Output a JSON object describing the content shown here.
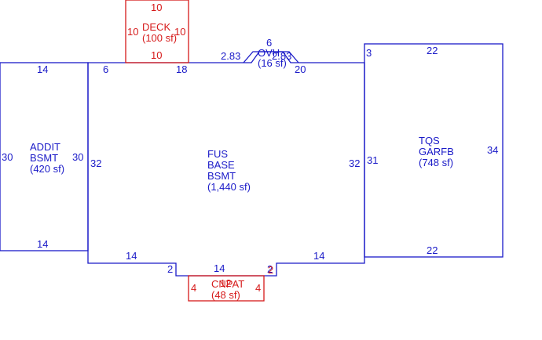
{
  "colors": {
    "main": "#1a1ac8",
    "accent": "#d61a1a",
    "background": "#ffffff"
  },
  "areas": {
    "addit": {
      "line1": "ADDIT",
      "line2": "BSMT",
      "line3": "(420 sf)"
    },
    "fus": {
      "line1": "FUS",
      "line2": "BASE",
      "line3": "BSMT",
      "line4": "(1,440 sf)"
    },
    "tqs": {
      "line1": "TQS",
      "line2": "GARFB",
      "line3": "(748 sf)"
    },
    "deck": {
      "line1": "DECK",
      "line2": "(100 sf)"
    },
    "ovh": {
      "line1": "OVH",
      "line2": "(16 sf)"
    },
    "cnpat": {
      "line1": "CNPAT",
      "line2": "(48 sf)"
    }
  },
  "dims": {
    "addit_top": "14",
    "addit_bottom": "14",
    "addit_left": "30",
    "addit_right": "30",
    "fus_left": "32",
    "fus_right": "32",
    "fus_top_a": "6",
    "fus_top_b": "18",
    "fus_top_c": "2.83",
    "fus_top_d": "2.83",
    "fus_top_e": "20",
    "fus_bottom_a": "14",
    "fus_bottom_b": "14",
    "fus_bottom_c": "14",
    "fus_step_left": "2",
    "fus_step_right": "2",
    "tqs_top": "22",
    "tqs_bottom": "22",
    "tqs_left": "31",
    "tqs_right": "34",
    "tqs_notch": "3",
    "deck_top": "10",
    "deck_bottom": "10",
    "deck_left": "10",
    "deck_right": "10",
    "ovh_top": "6",
    "cnpat_left": "4",
    "cnpat_right": "4",
    "cnpat_top": "12",
    "cnpat_step": "2"
  }
}
